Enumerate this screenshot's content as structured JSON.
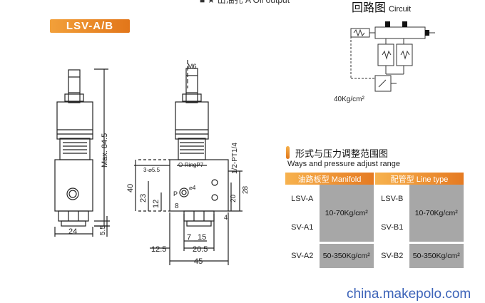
{
  "header_partial": "■ ★ 出油孔  A Oil output",
  "model_tag": "LSV-A/B",
  "circuit": {
    "title_cn": "回路图",
    "title_en": "Circuit",
    "pressure": "40Kg/cm²"
  },
  "ways": {
    "title_cn": "形式与压力调整范围图",
    "subtitle": "Ways and pressure adjust range"
  },
  "table": {
    "head_manifold": "油路板型 Manifold",
    "head_line": "配管型 Line type",
    "rows": [
      {
        "m": "LSV-A",
        "l": "LSV-B"
      },
      {
        "m": "SV-A1",
        "l": "SV-B1"
      },
      {
        "m": "SV-A2",
        "l": "SV-B2"
      }
    ],
    "range_low": "10-70Kg/cm²",
    "range_high": "50-350Kg/cm²"
  },
  "drawing": {
    "max_len": "Max. 84.5",
    "d24": "24",
    "d55": "5.5",
    "thread_top": "M6",
    "port_pt": "1/2-PT1/4",
    "holes_left": "3-⌀5.5",
    "oring": "O-RingP7",
    "phi4": "⌀4",
    "p_port": "P",
    "d40": "40",
    "d23": "23",
    "d12": "12",
    "d8": "8",
    "d7": "7",
    "d15": "15",
    "d125": "12.5",
    "d205": "20.5",
    "d45": "45",
    "r20": "20",
    "r28": "28",
    "r4a": "4"
  },
  "watermark": "china.makepolo.com"
}
